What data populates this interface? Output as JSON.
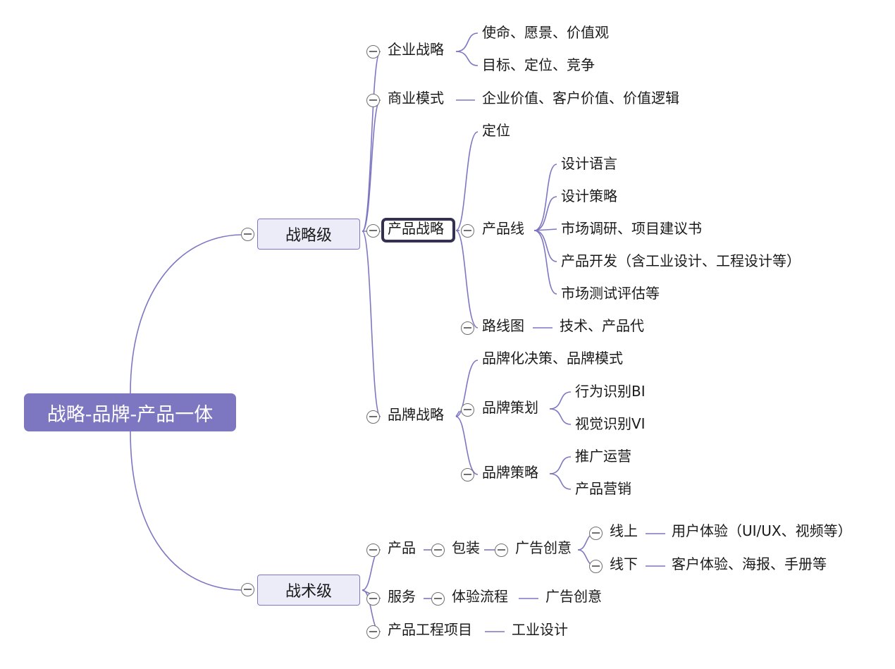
{
  "root": "战略-品牌-产品一体",
  "strategic": {
    "label": "战略级",
    "corporate_strategy": {
      "label": "企业战略",
      "children": [
        "使命、愿景、价值观",
        "目标、定位、竞争"
      ]
    },
    "business_model": {
      "label": "商业模式",
      "child": "企业价值、客户价值、价值逻辑"
    },
    "product_strategy": {
      "label": "产品战略",
      "positioning": "定位",
      "product_line": {
        "label": "产品线",
        "children": [
          "设计语言",
          "设计策略",
          "市场调研、项目建议书",
          "产品开发（含工业设计、工程设计等）",
          "市场测试评估等"
        ]
      },
      "roadmap": {
        "label": "路线图",
        "child": "技术、产品代"
      }
    },
    "brand_strategy": {
      "label": "品牌战略",
      "decision": "品牌化决策、品牌模式",
      "planning": {
        "label": "品牌策划",
        "children": [
          "行为识别BI",
          "视觉识别VI"
        ]
      },
      "tactics": {
        "label": "品牌策略",
        "children": [
          "推广运营",
          "产品营销"
        ]
      }
    }
  },
  "tactical": {
    "label": "战术级",
    "product": {
      "label": "产品",
      "packaging": "包装",
      "ad": "广告创意",
      "online": {
        "label": "线上",
        "child": "用户体验（UI/UX、视频等）"
      },
      "offline": {
        "label": "线下",
        "child": "客户体验、海报、手册等"
      }
    },
    "service": {
      "label": "服务",
      "flow": "体验流程",
      "ad": "广告创意"
    },
    "engineering": {
      "label": "产品工程项目",
      "child": "工业设计"
    }
  },
  "colors": {
    "accent": "#7d77c2",
    "l1_fill": "#ecebf8",
    "selection": "#34304f"
  }
}
